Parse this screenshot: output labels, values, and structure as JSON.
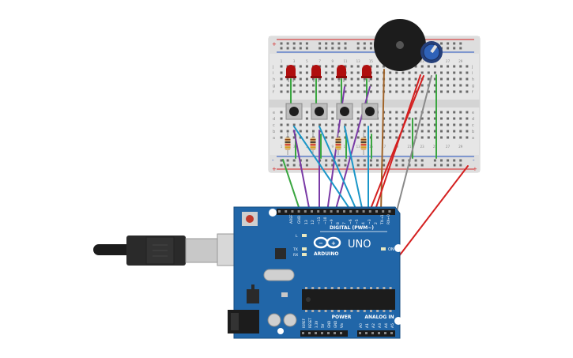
{
  "arduino": {
    "logo": "ARDUINO",
    "model": "UNO",
    "digital_header": "DIGITAL (PWM~)",
    "power_header": "POWER",
    "analog_header": "ANALOG IN",
    "on_label": "ON",
    "led_l": "L",
    "led_tx": "TX",
    "led_rx": "RX",
    "pin_aref": "AREF",
    "pin_gnd": "GND",
    "digital_pins": [
      "13",
      "12",
      "~11",
      "~10",
      "~9",
      "8",
      "7",
      "~6",
      "~5",
      "4",
      "~3",
      "2",
      "TX→1",
      "RX←0"
    ],
    "power_pins": [
      "IOREF",
      "RESET",
      "3.3V",
      "5V",
      "GND",
      "GND",
      "Vin"
    ],
    "analog_pins": [
      "A0",
      "A1",
      "A2",
      "A3",
      "A4",
      "A5"
    ]
  },
  "breadboard": {
    "row_letters_top": [
      "j",
      "i",
      "h",
      "g",
      "f"
    ],
    "row_letters_bottom": [
      "e",
      "d",
      "c",
      "b",
      "a"
    ],
    "column_numbers": [
      "1",
      "3",
      "5",
      "7",
      "9",
      "11",
      "13",
      "15",
      "17",
      "19",
      "21",
      "23",
      "25",
      "27",
      "29"
    ],
    "plus": "+",
    "minus": "-"
  },
  "colors": {
    "board": "#2166a8",
    "board_dark": "#174d80",
    "breadboard": "#e6e6e6",
    "led": "#b00e0e",
    "wire_green": "#3aa640",
    "wire_blue": "#1a96c8",
    "wire_purple": "#7a3aa6",
    "wire_red": "#d42020",
    "wire_gray": "#8a8a8a",
    "wire_brown": "#a0642a"
  },
  "components": {
    "leds": 4,
    "buttons": 4,
    "resistors": 4,
    "buzzer": "buzzer",
    "potentiometer": "potentiometer",
    "usb_cable": "usb-cable",
    "power_jack": "power-jack"
  }
}
